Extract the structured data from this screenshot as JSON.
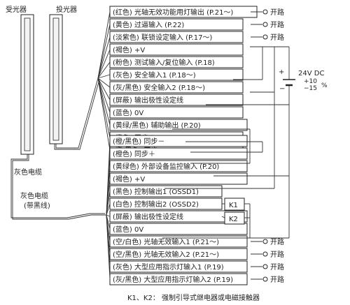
{
  "receiver_label": "受光器",
  "emitter_label": "投光器",
  "cable_gray": "灰色电缆",
  "cable_gray_black_line1": "灰色电缆",
  "cable_gray_black_line2": "(带黑线)",
  "open_circuit": "开路",
  "power_voltage": "24V DC",
  "power_tolerance_plus": "+10",
  "power_tolerance_minus": "−15",
  "power_tolerance_unit": "%",
  "relay_k1": "K1",
  "relay_k2": "K2",
  "footnote": "K1、K2： 强制引导式继电器或电磁接触器",
  "wires_top": [
    "(红色) 光轴无效功能用灯输出 (P.21～)",
    "(黄色) 过逼输入 (P.22)",
    "(淡紫色) 联锁设定输入 (P.17～)",
    "(褐色) +V",
    "(粉色) 测试输入/复位输入 (P.18)",
    "(灰色) 安全输入1 (P.18～)",
    "(灰/黑色) 安全输入2 (P.18～)",
    "(屏蔽) 输出极性设定线",
    "(蓝色) 0V",
    "(黄绿/黑色) 辅助输出 (P.20)",
    "(橙色) 同步＋",
    "(橙/黑色) 同步－"
  ],
  "wires_bottom": [
    "(橙/黑色) 同步－",
    "(橙色) 同步＋",
    "(黄绿色) 外部设备监控输入 (P.20)",
    "(褐色) +V",
    "(黑色) 控制输出1 (OSSD1)",
    "(白色) 控制输出2 (OSSD2)",
    "(屏蔽) 输出极性设定线",
    "(蓝色) 0V",
    "(空/白色) 光轴无效输入1 (P.21～)",
    "(空/黑色) 光轴无效输入2 (P.21～)",
    "(灰色) 大型应用指示灯输入1 (P.19)",
    "(灰/黑色) 大型应用指示灯输入2 (P.19)"
  ]
}
